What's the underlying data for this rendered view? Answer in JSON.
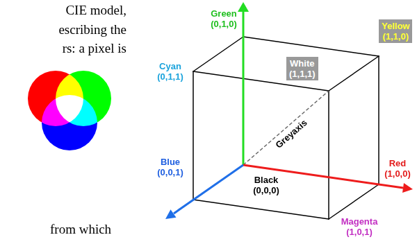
{
  "diagram": {
    "nodes": [
      {
        "text": [
          "White",
          "(1,1,1)"
        ]
      },
      {
        "text": [
          "Yellow",
          "(1,1,0)"
        ]
      }
    ],
    "labels": [
      "CIE model,",
      "escribing the",
      "rs: a pixel is",
      "from which",
      "Green",
      "(0,1,0)",
      "Cyan",
      "(0,1,1)",
      "Blue",
      "(0,0,1)",
      "Black",
      "(0,0,0)",
      "Greyaxis",
      "Red",
      "(1,0,0)",
      "Magenta",
      "(1,0,1)"
    ]
  }
}
